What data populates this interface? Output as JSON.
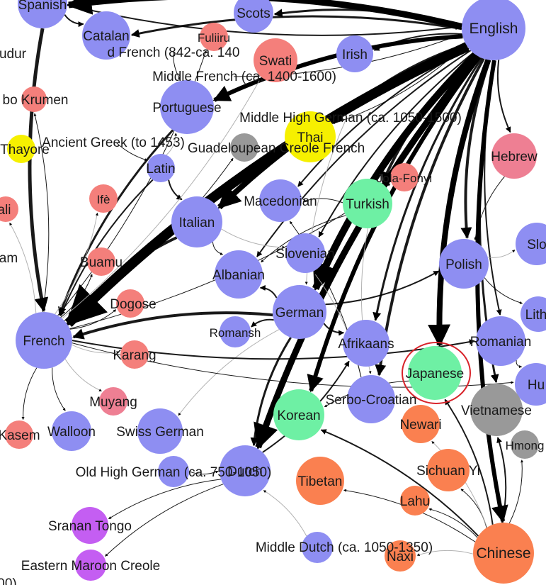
{
  "diagram": {
    "colors": {
      "blue": "#8e8ef2",
      "red": "#f47f7b",
      "pink": "#ee7f93",
      "green": "#6ef0a4",
      "yellow": "#f6f000",
      "gray": "#999999",
      "orange": "#fa8050",
      "purple": "#c45ef2",
      "highlight": "#d8232a"
    },
    "highlighted_node": "Japanese",
    "nodes": [
      {
        "id": "spanish",
        "label": "Spanish",
        "color": "blue"
      },
      {
        "id": "scots",
        "label": "Scots",
        "color": "blue"
      },
      {
        "id": "english",
        "label": "English",
        "color": "blue"
      },
      {
        "id": "catalan",
        "label": "Catalan",
        "color": "blue"
      },
      {
        "id": "fuliiru",
        "label": "Fuliiru",
        "color": "red"
      },
      {
        "id": "swati",
        "label": "Swati",
        "color": "red"
      },
      {
        "id": "irish",
        "label": "Irish",
        "color": "blue"
      },
      {
        "id": "udur",
        "label": "udur",
        "color": "none"
      },
      {
        "id": "old-french",
        "label": "d French (842-ca. 140",
        "color": "none"
      },
      {
        "id": "middle-french",
        "label": "Middle French (ca. 1400-1600)",
        "color": "blue"
      },
      {
        "id": "krumen",
        "label": "bo Krumen",
        "color": "red"
      },
      {
        "id": "portuguese",
        "label": "Portuguese",
        "color": "blue"
      },
      {
        "id": "middle-high-german",
        "label": "Middle High German (ca. 1050-1500)",
        "color": "none"
      },
      {
        "id": "thai",
        "label": "Thai",
        "color": "yellow"
      },
      {
        "id": "thayore",
        "label": "Thayore",
        "color": "yellow"
      },
      {
        "id": "ancient-greek",
        "label": "Ancient Greek (to 1453)",
        "color": "none"
      },
      {
        "id": "guadeloupean",
        "label": "Guadeloupean Creole French",
        "color": "gray"
      },
      {
        "id": "hebrew",
        "label": "Hebrew",
        "color": "pink"
      },
      {
        "id": "latin",
        "label": "Latin",
        "color": "blue"
      },
      {
        "id": "jola-fonyi",
        "label": "Jola-Fonyi",
        "color": "red"
      },
      {
        "id": "ife",
        "label": "Ifè",
        "color": "red"
      },
      {
        "id": "macedonian",
        "label": "Macedonian",
        "color": "blue"
      },
      {
        "id": "turkish",
        "label": "Turkish",
        "color": "green"
      },
      {
        "id": "ali",
        "label": "ali",
        "color": "red"
      },
      {
        "id": "italian",
        "label": "Italian",
        "color": "blue"
      },
      {
        "id": "slovak",
        "label": "Slo",
        "color": "blue"
      },
      {
        "id": "am",
        "label": "am",
        "color": "none"
      },
      {
        "id": "buamu",
        "label": "Buamu",
        "color": "red"
      },
      {
        "id": "slovenian",
        "label": "Slovenian",
        "color": "blue"
      },
      {
        "id": "polish",
        "label": "Polish",
        "color": "blue"
      },
      {
        "id": "albanian",
        "label": "Albanian",
        "color": "blue"
      },
      {
        "id": "dogose",
        "label": "Dogose",
        "color": "red"
      },
      {
        "id": "german",
        "label": "German",
        "color": "blue"
      },
      {
        "id": "lithuanian",
        "label": "Lith",
        "color": "blue"
      },
      {
        "id": "french",
        "label": "French",
        "color": "blue"
      },
      {
        "id": "romansh",
        "label": "Romansh",
        "color": "blue"
      },
      {
        "id": "afrikaans",
        "label": "Afrikaans",
        "color": "blue"
      },
      {
        "id": "romanian",
        "label": "Romanian",
        "color": "blue"
      },
      {
        "id": "karang",
        "label": "Karang",
        "color": "red"
      },
      {
        "id": "japanese",
        "label": "Japanese",
        "color": "green"
      },
      {
        "id": "hungarian",
        "label": "Hu",
        "color": "blue"
      },
      {
        "id": "muyang",
        "label": "Muyang",
        "color": "pink"
      },
      {
        "id": "serbo-croatian",
        "label": "Serbo-Croatian",
        "color": "blue"
      },
      {
        "id": "korean",
        "label": "Korean",
        "color": "green"
      },
      {
        "id": "vietnamese",
        "label": "Vietnamese",
        "color": "gray"
      },
      {
        "id": "kasem",
        "label": "Kasem",
        "color": "red"
      },
      {
        "id": "walloon",
        "label": "Walloon",
        "color": "blue"
      },
      {
        "id": "swiss-german",
        "label": "Swiss German",
        "color": "blue"
      },
      {
        "id": "newari",
        "label": "Newari",
        "color": "orange"
      },
      {
        "id": "hmong",
        "label": "Hmong",
        "color": "gray"
      },
      {
        "id": "old-high-german",
        "label": "Old High German (ca. 750-1050)",
        "color": "blue"
      },
      {
        "id": "dutch",
        "label": "Dutch",
        "color": "blue"
      },
      {
        "id": "tibetan",
        "label": "Tibetan",
        "color": "orange"
      },
      {
        "id": "sichuan-yi",
        "label": "Sichuan Yi",
        "color": "orange"
      },
      {
        "id": "lahu",
        "label": "Lahu",
        "color": "orange"
      },
      {
        "id": "sranan-tongo",
        "label": "Sranan Tongo",
        "color": "purple"
      },
      {
        "id": "eastern-maroon",
        "label": "Eastern Maroon Creole",
        "color": "purple"
      },
      {
        "id": "middle-dutch",
        "label": "Middle Dutch (ca. 1050-1350)",
        "color": "blue"
      },
      {
        "id": "chinese",
        "label": "Chinese",
        "color": "orange"
      },
      {
        "id": "naxi",
        "label": "Naxi",
        "color": "orange"
      },
      {
        "id": "bottom-left",
        "label": "00)",
        "color": "none"
      }
    ],
    "edges": [
      {
        "from": "english",
        "to": "spanish",
        "weight": 9
      },
      {
        "from": "english",
        "to": "portuguese",
        "weight": 6
      },
      {
        "from": "english",
        "to": "french",
        "weight": 14
      },
      {
        "from": "english",
        "to": "german",
        "weight": 10
      },
      {
        "from": "english",
        "to": "dutch",
        "weight": 9
      },
      {
        "from": "english",
        "to": "italian",
        "weight": 8
      },
      {
        "from": "english",
        "to": "japanese",
        "weight": 8
      },
      {
        "from": "english",
        "to": "chinese",
        "weight": 6
      },
      {
        "from": "english",
        "to": "korean",
        "weight": 6
      },
      {
        "from": "english",
        "to": "turkish",
        "weight": 4
      },
      {
        "from": "english",
        "to": "polish",
        "weight": 4
      },
      {
        "from": "english",
        "to": "serbo-croatian",
        "weight": 4
      },
      {
        "from": "english",
        "to": "afrikaans",
        "weight": 3
      },
      {
        "from": "english",
        "to": "catalan",
        "weight": 3
      },
      {
        "from": "english",
        "to": "scots",
        "weight": 3
      },
      {
        "from": "english",
        "to": "irish",
        "weight": 2
      },
      {
        "from": "english",
        "to": "thai",
        "weight": 4
      },
      {
        "from": "english",
        "to": "romanian",
        "weight": 2
      },
      {
        "from": "english",
        "to": "vietnamese",
        "weight": 3
      },
      {
        "from": "english",
        "to": "hebrew",
        "weight": 2
      },
      {
        "from": "english",
        "to": "macedonian",
        "weight": 2
      },
      {
        "from": "english",
        "to": "slovenian",
        "weight": 2
      },
      {
        "from": "english",
        "to": "albanian",
        "weight": 2
      },
      {
        "from": "spanish",
        "to": "french",
        "weight": 5
      },
      {
        "from": "spanish",
        "to": "catalan",
        "weight": 2
      },
      {
        "from": "portuguese",
        "to": "french",
        "weight": 3
      },
      {
        "from": "italian",
        "to": "french",
        "weight": 4
      },
      {
        "from": "german",
        "to": "french",
        "weight": 4
      },
      {
        "from": "german",
        "to": "dutch",
        "weight": 3
      },
      {
        "from": "german",
        "to": "romansh",
        "weight": 2
      },
      {
        "from": "german",
        "to": "albanian",
        "weight": 2
      },
      {
        "from": "german",
        "to": "polish",
        "weight": 2
      },
      {
        "from": "german",
        "to": "afrikaans",
        "weight": 2
      },
      {
        "from": "german",
        "to": "swiss-german",
        "weight": 1
      },
      {
        "from": "latin",
        "to": "french",
        "weight": 2
      },
      {
        "from": "latin",
        "to": "italian",
        "weight": 2
      },
      {
        "from": "latin",
        "to": "portuguese",
        "weight": 1
      },
      {
        "from": "middle-french",
        "to": "english",
        "weight": 1
      },
      {
        "from": "old-french",
        "to": "portuguese",
        "weight": 1
      },
      {
        "from": "french",
        "to": "karang",
        "weight": 1
      },
      {
        "from": "french",
        "to": "walloon",
        "weight": 1
      },
      {
        "from": "french",
        "to": "kasem",
        "weight": 1
      },
      {
        "from": "french",
        "to": "muyang",
        "weight": 1
      },
      {
        "from": "french",
        "to": "buamu",
        "weight": 1
      },
      {
        "from": "french",
        "to": "dogose",
        "weight": 1
      },
      {
        "from": "french",
        "to": "ife",
        "weight": 1
      },
      {
        "from": "french",
        "to": "fuliiru",
        "weight": 1
      },
      {
        "from": "french",
        "to": "krumen",
        "weight": 1
      },
      {
        "from": "french",
        "to": "ali",
        "weight": 1
      },
      {
        "from": "french",
        "to": "guadeloupean",
        "weight": 1
      },
      {
        "from": "french",
        "to": "jola-fonyi",
        "weight": 1
      },
      {
        "from": "french",
        "to": "swati",
        "weight": 1
      },
      {
        "from": "french",
        "to": "romanian",
        "weight": 2
      },
      {
        "from": "french",
        "to": "hungarian",
        "weight": 1
      },
      {
        "from": "dutch",
        "to": "afrikaans",
        "weight": 2
      },
      {
        "from": "dutch",
        "to": "sranan-tongo",
        "weight": 1
      },
      {
        "from": "dutch",
        "to": "eastern-maroon",
        "weight": 1
      },
      {
        "from": "middle-dutch",
        "to": "dutch",
        "weight": 1
      },
      {
        "from": "old-high-german",
        "to": "dutch",
        "weight": 1
      },
      {
        "from": "chinese",
        "to": "japanese",
        "weight": 2
      },
      {
        "from": "chinese",
        "to": "korean",
        "weight": 2
      },
      {
        "from": "chinese",
        "to": "vietnamese",
        "weight": 2
      },
      {
        "from": "chinese",
        "to": "lahu",
        "weight": 1
      },
      {
        "from": "chinese",
        "to": "naxi",
        "weight": 1
      },
      {
        "from": "chinese",
        "to": "tibetan",
        "weight": 1
      },
      {
        "from": "chinese",
        "to": "sichuan-yi",
        "weight": 1
      },
      {
        "from": "chinese",
        "to": "newari",
        "weight": 1
      },
      {
        "from": "chinese",
        "to": "hmong",
        "weight": 1
      },
      {
        "from": "japanese",
        "to": "korean",
        "weight": 1
      },
      {
        "from": "turkish",
        "to": "serbo-croatian",
        "weight": 1
      },
      {
        "from": "turkish",
        "to": "macedonian",
        "weight": 1
      },
      {
        "from": "turkish",
        "to": "albanian",
        "weight": 1
      },
      {
        "from": "serbo-croatian",
        "to": "slovenian",
        "weight": 1
      },
      {
        "from": "serbo-croatian",
        "to": "macedonian",
        "weight": 1
      },
      {
        "from": "polish",
        "to": "lithuanian",
        "weight": 1
      },
      {
        "from": "polish",
        "to": "slovak",
        "weight": 1
      },
      {
        "from": "hebrew",
        "to": "polish",
        "weight": 1
      },
      {
        "from": "romanian",
        "to": "hungarian",
        "weight": 1
      },
      {
        "from": "middle-high-german",
        "to": "german",
        "weight": 1
      },
      {
        "from": "ancient-greek",
        "to": "latin",
        "weight": 1
      },
      {
        "from": "italian",
        "to": "albanian",
        "weight": 1
      },
      {
        "from": "italian",
        "to": "slovenian",
        "weight": 1
      },
      {
        "from": "thai",
        "to": "english",
        "weight": 1
      },
      {
        "from": "spanish",
        "to": "english",
        "weight": 2
      }
    ]
  }
}
